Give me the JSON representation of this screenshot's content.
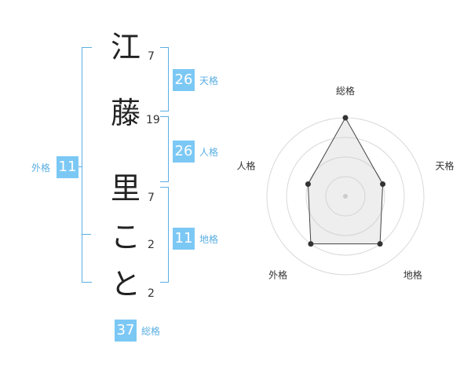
{
  "name": {
    "characters": [
      {
        "char": "江",
        "strokes": "7"
      },
      {
        "char": "藤",
        "strokes": "19"
      },
      {
        "char": "里",
        "strokes": "7"
      },
      {
        "char": "こ",
        "strokes": "2"
      },
      {
        "char": "と",
        "strokes": "2"
      }
    ]
  },
  "scores": {
    "tenkaku": {
      "label": "天格",
      "value": "26"
    },
    "jinkaku": {
      "label": "人格",
      "value": "26"
    },
    "chikaku": {
      "label": "地格",
      "value": "11"
    },
    "gaikaku": {
      "label": "外格",
      "value": "11"
    },
    "soukaku": {
      "label": "総格",
      "value": "37"
    }
  },
  "radar": {
    "axes": [
      "総格",
      "天格",
      "地格",
      "外格",
      "人格"
    ],
    "values": [
      4,
      2,
      3,
      3,
      2
    ],
    "max": 4,
    "rings": 4
  },
  "colors": {
    "accent": "#5aaee3",
    "badge": "#7cc8f5"
  }
}
